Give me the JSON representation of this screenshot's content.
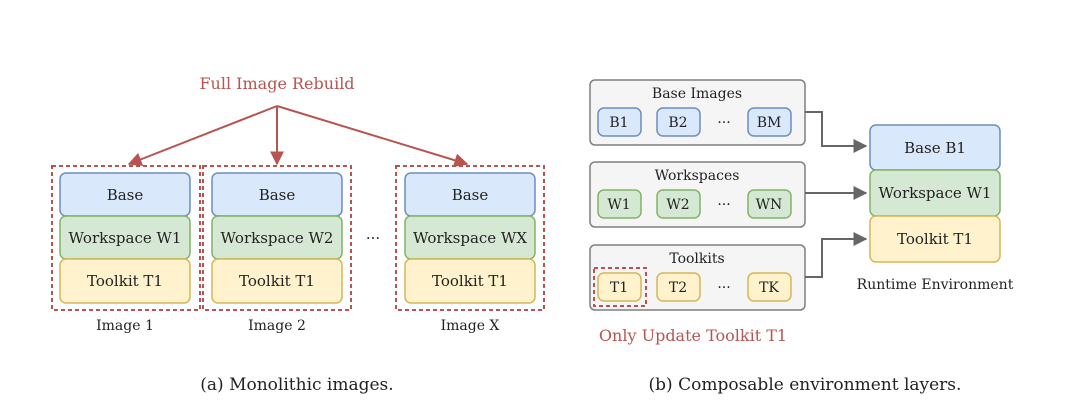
{
  "left": {
    "rebuild_label": "Full Image Rebuild",
    "images": [
      {
        "caption": "Image 1",
        "base": "Base",
        "workspace": "Workspace W1",
        "toolkit": "Toolkit T1"
      },
      {
        "caption": "Image 2",
        "base": "Base",
        "workspace": "Workspace W2",
        "toolkit": "Toolkit T1"
      },
      {
        "caption": "Image X",
        "base": "Base",
        "workspace": "Workspace WX",
        "toolkit": "Toolkit T1"
      }
    ],
    "ellipsis": "···",
    "caption": "(a) Monolithic images."
  },
  "right": {
    "groups": [
      {
        "title": "Base Images",
        "items": [
          "B1",
          "B2",
          "BM"
        ]
      },
      {
        "title": "Workspaces",
        "items": [
          "W1",
          "W2",
          "WN"
        ]
      },
      {
        "title": "Toolkits",
        "items": [
          "T1",
          "T2",
          "TK"
        ]
      }
    ],
    "ellipsis": "···",
    "update_label": "Only Update Toolkit T1",
    "runtime": {
      "base": "Base B1",
      "workspace": "Workspace W1",
      "toolkit": "Toolkit T1",
      "label": "Runtime Environment"
    },
    "caption": "(b) Composable environment layers."
  },
  "colors": {
    "base_fill": "#dae8fc",
    "base_stroke": "#6c8ebf",
    "workspace_fill": "#d5e8d4",
    "workspace_stroke": "#82b366",
    "toolkit_fill": "#fff2cc",
    "toolkit_stroke": "#d6b656",
    "accent_red": "#b85450",
    "group_stroke": "#7f7f7f",
    "group_fill": "#f5f5f5"
  }
}
